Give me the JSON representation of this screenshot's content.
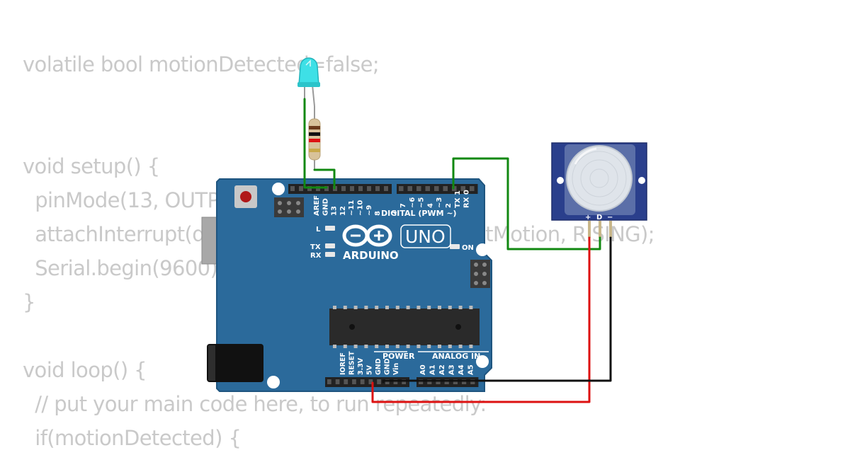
{
  "code_lines": [
    "volatile bool motionDetected=false;",
    "",
    "",
    "void setup() {",
    "  pinMode(13, OUTPUT);",
    "  attachInterrupt(digitalPinToInterrupt(2), detectMotion, RISING);",
    "  Serial.begin(9600);",
    "}",
    "",
    "void loop() {",
    "  // put your main code here, to run repeatedly:",
    "  if(motionDetected) {"
  ],
  "board": {
    "brand": "ARDUINO",
    "model": "UNO",
    "digital_header": "DIGITAL (PWM ~)",
    "power_header": "POWER",
    "analog_header": "ANALOG IN",
    "led_labels": {
      "l": "L",
      "tx": "TX",
      "rx": "RX",
      "on": "ON"
    },
    "top_pins_left": [
      "AREF",
      "GND",
      "13",
      "12",
      "~11",
      "~10",
      "~9",
      "8"
    ],
    "top_pins_right": [
      "7",
      "~6",
      "~5",
      "4",
      "~3",
      "2",
      "TX 1",
      "RX 0"
    ],
    "power_pins": [
      "IOREF",
      "RESET",
      "3.3V",
      "5V",
      "GND",
      "GND",
      "Vin"
    ],
    "analog_pins": [
      "A0",
      "A1",
      "A2",
      "A3",
      "A4",
      "A5"
    ]
  },
  "pir": {
    "pin_labels": [
      "+",
      "D",
      "−"
    ]
  },
  "colors": {
    "board": "#2b6a9b",
    "board_edge": "#1f557f",
    "code_text": "#c9c9c9",
    "wire_signal": "#118811",
    "wire_power": "#dd1111",
    "wire_ground": "#111111",
    "led": "#3ee0e6",
    "pir_body": "#2a3f8c"
  }
}
